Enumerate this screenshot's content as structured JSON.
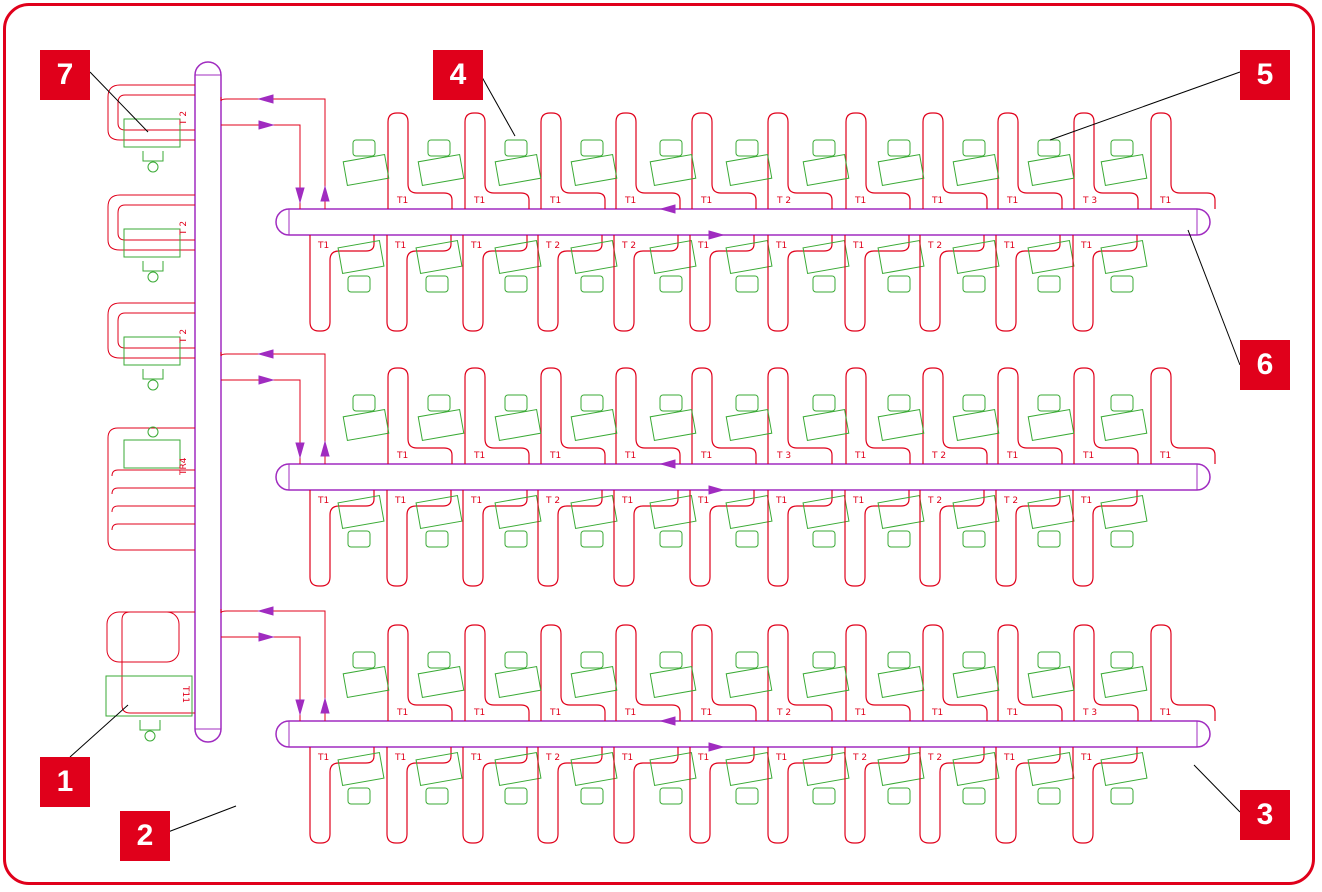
{
  "callouts": [
    {
      "label": "1"
    },
    {
      "label": "2"
    },
    {
      "label": "3"
    },
    {
      "label": "4"
    },
    {
      "label": "5"
    },
    {
      "label": "6"
    },
    {
      "label": "7"
    }
  ],
  "colors": {
    "frame": "#e0001b",
    "heating_pipe": "#e0001b",
    "manifold": "#a02cc0",
    "furniture": "#3aaa35",
    "callout_bg": "#e0001b",
    "callout_text": "#ffffff"
  },
  "rows": [
    {
      "top_labels": [
        "T1",
        "T1",
        "T1",
        "T1",
        "T1",
        "T 2",
        "T1",
        "T1",
        "T1",
        "T 3",
        "T1"
      ],
      "bottom_labels": [
        "T1",
        "T1",
        "T1",
        "T 2",
        "T 2",
        "T1",
        "T1",
        "T1",
        "T 2",
        "T1",
        "T1"
      ]
    },
    {
      "top_labels": [
        "T1",
        "T1",
        "T1",
        "T1",
        "T1",
        "T 3",
        "T1",
        "T 2",
        "T1",
        "T1",
        "T1"
      ],
      "bottom_labels": [
        "T1",
        "T1",
        "T1",
        "T 2",
        "T1",
        "T1",
        "T1",
        "T1",
        "T 2",
        "T 2",
        "T1"
      ]
    },
    {
      "top_labels": [
        "T1",
        "T1",
        "T1",
        "T1",
        "T1",
        "T 2",
        "T1",
        "T1",
        "T1",
        "T 3",
        "T1"
      ],
      "bottom_labels": [
        "T1",
        "T1",
        "T1",
        "T 2",
        "T1",
        "T1",
        "T1",
        "T 2",
        "T 2",
        "T1",
        "T1"
      ]
    }
  ],
  "left_labels": [
    "T 2",
    "T 2",
    "T 2",
    "TR4",
    "T11"
  ]
}
